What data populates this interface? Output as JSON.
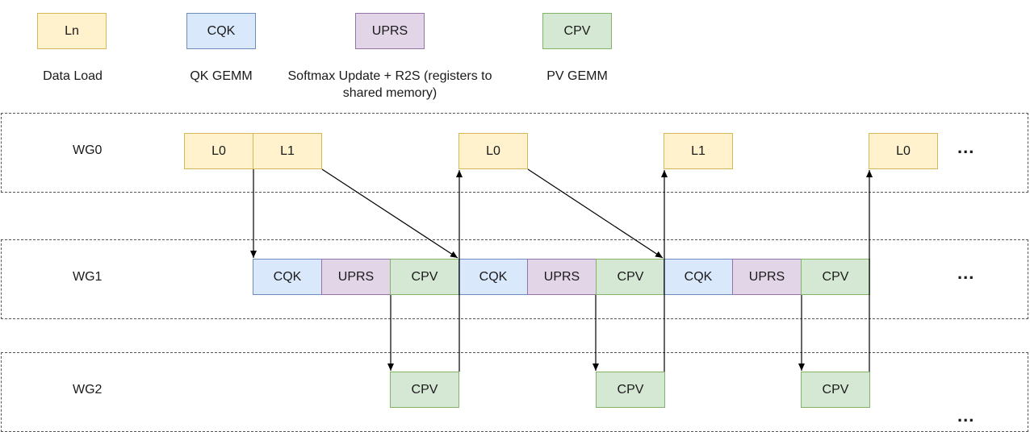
{
  "legend": [
    {
      "tag": "Ln",
      "desc": "Data Load"
    },
    {
      "tag": "CQK",
      "desc": "QK GEMM"
    },
    {
      "tag": "UPRS",
      "desc": "Softmax Update + R2S (registers to shared memory)"
    },
    {
      "tag": "CPV",
      "desc": "PV GEMM"
    }
  ],
  "lanes": {
    "wg0": {
      "label": "WG0",
      "blocks": [
        "L0",
        "L1",
        "L0",
        "L1",
        "L0"
      ],
      "more": "..."
    },
    "wg1": {
      "label": "WG1",
      "blocks": [
        "CQK",
        "UPRS",
        "CPV",
        "CQK",
        "UPRS",
        "CPV",
        "CQK",
        "UPRS",
        "CPV"
      ],
      "more": "..."
    },
    "wg2": {
      "label": "WG2",
      "blocks": [
        "CPV",
        "CPV",
        "CPV"
      ],
      "more": "..."
    }
  },
  "colors": {
    "load_fill": "#fff2cc",
    "load_stroke": "#d6b656",
    "qk_fill": "#dae8fc",
    "qk_stroke": "#6c8ebf",
    "uprs_fill": "#e1d5e7",
    "uprs_stroke": "#9673a6",
    "pv_fill": "#d5e8d4",
    "pv_stroke": "#82b366"
  }
}
